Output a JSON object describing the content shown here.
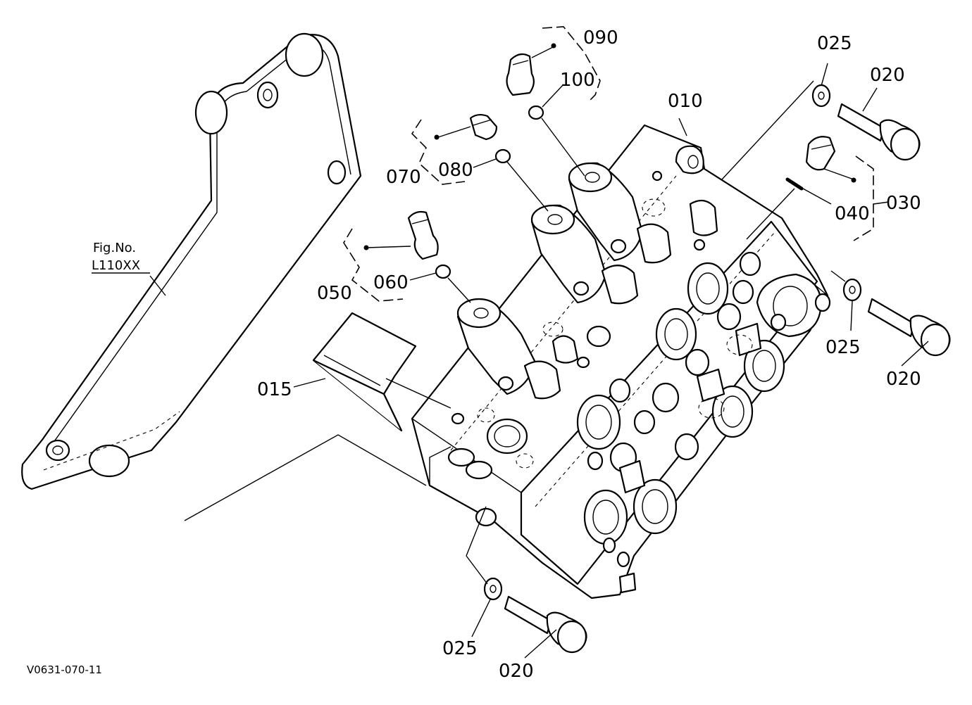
{
  "figure": {
    "ref_label": "Fig.No.",
    "ref_number": "L110XX",
    "drawing_code": "V0631-070-11"
  },
  "callouts": {
    "c010": "010",
    "c015": "015",
    "c020_top": "020",
    "c020_mid": "020",
    "c020_bottom": "020",
    "c025_top": "025",
    "c025_mid": "025",
    "c025_bottom": "025",
    "c030": "030",
    "c040": "040",
    "c050": "050",
    "c060": "060",
    "c070": "070",
    "c080": "080",
    "c090": "090",
    "c100": "100"
  },
  "colors": {
    "line": "#000000",
    "background": "#ffffff"
  }
}
